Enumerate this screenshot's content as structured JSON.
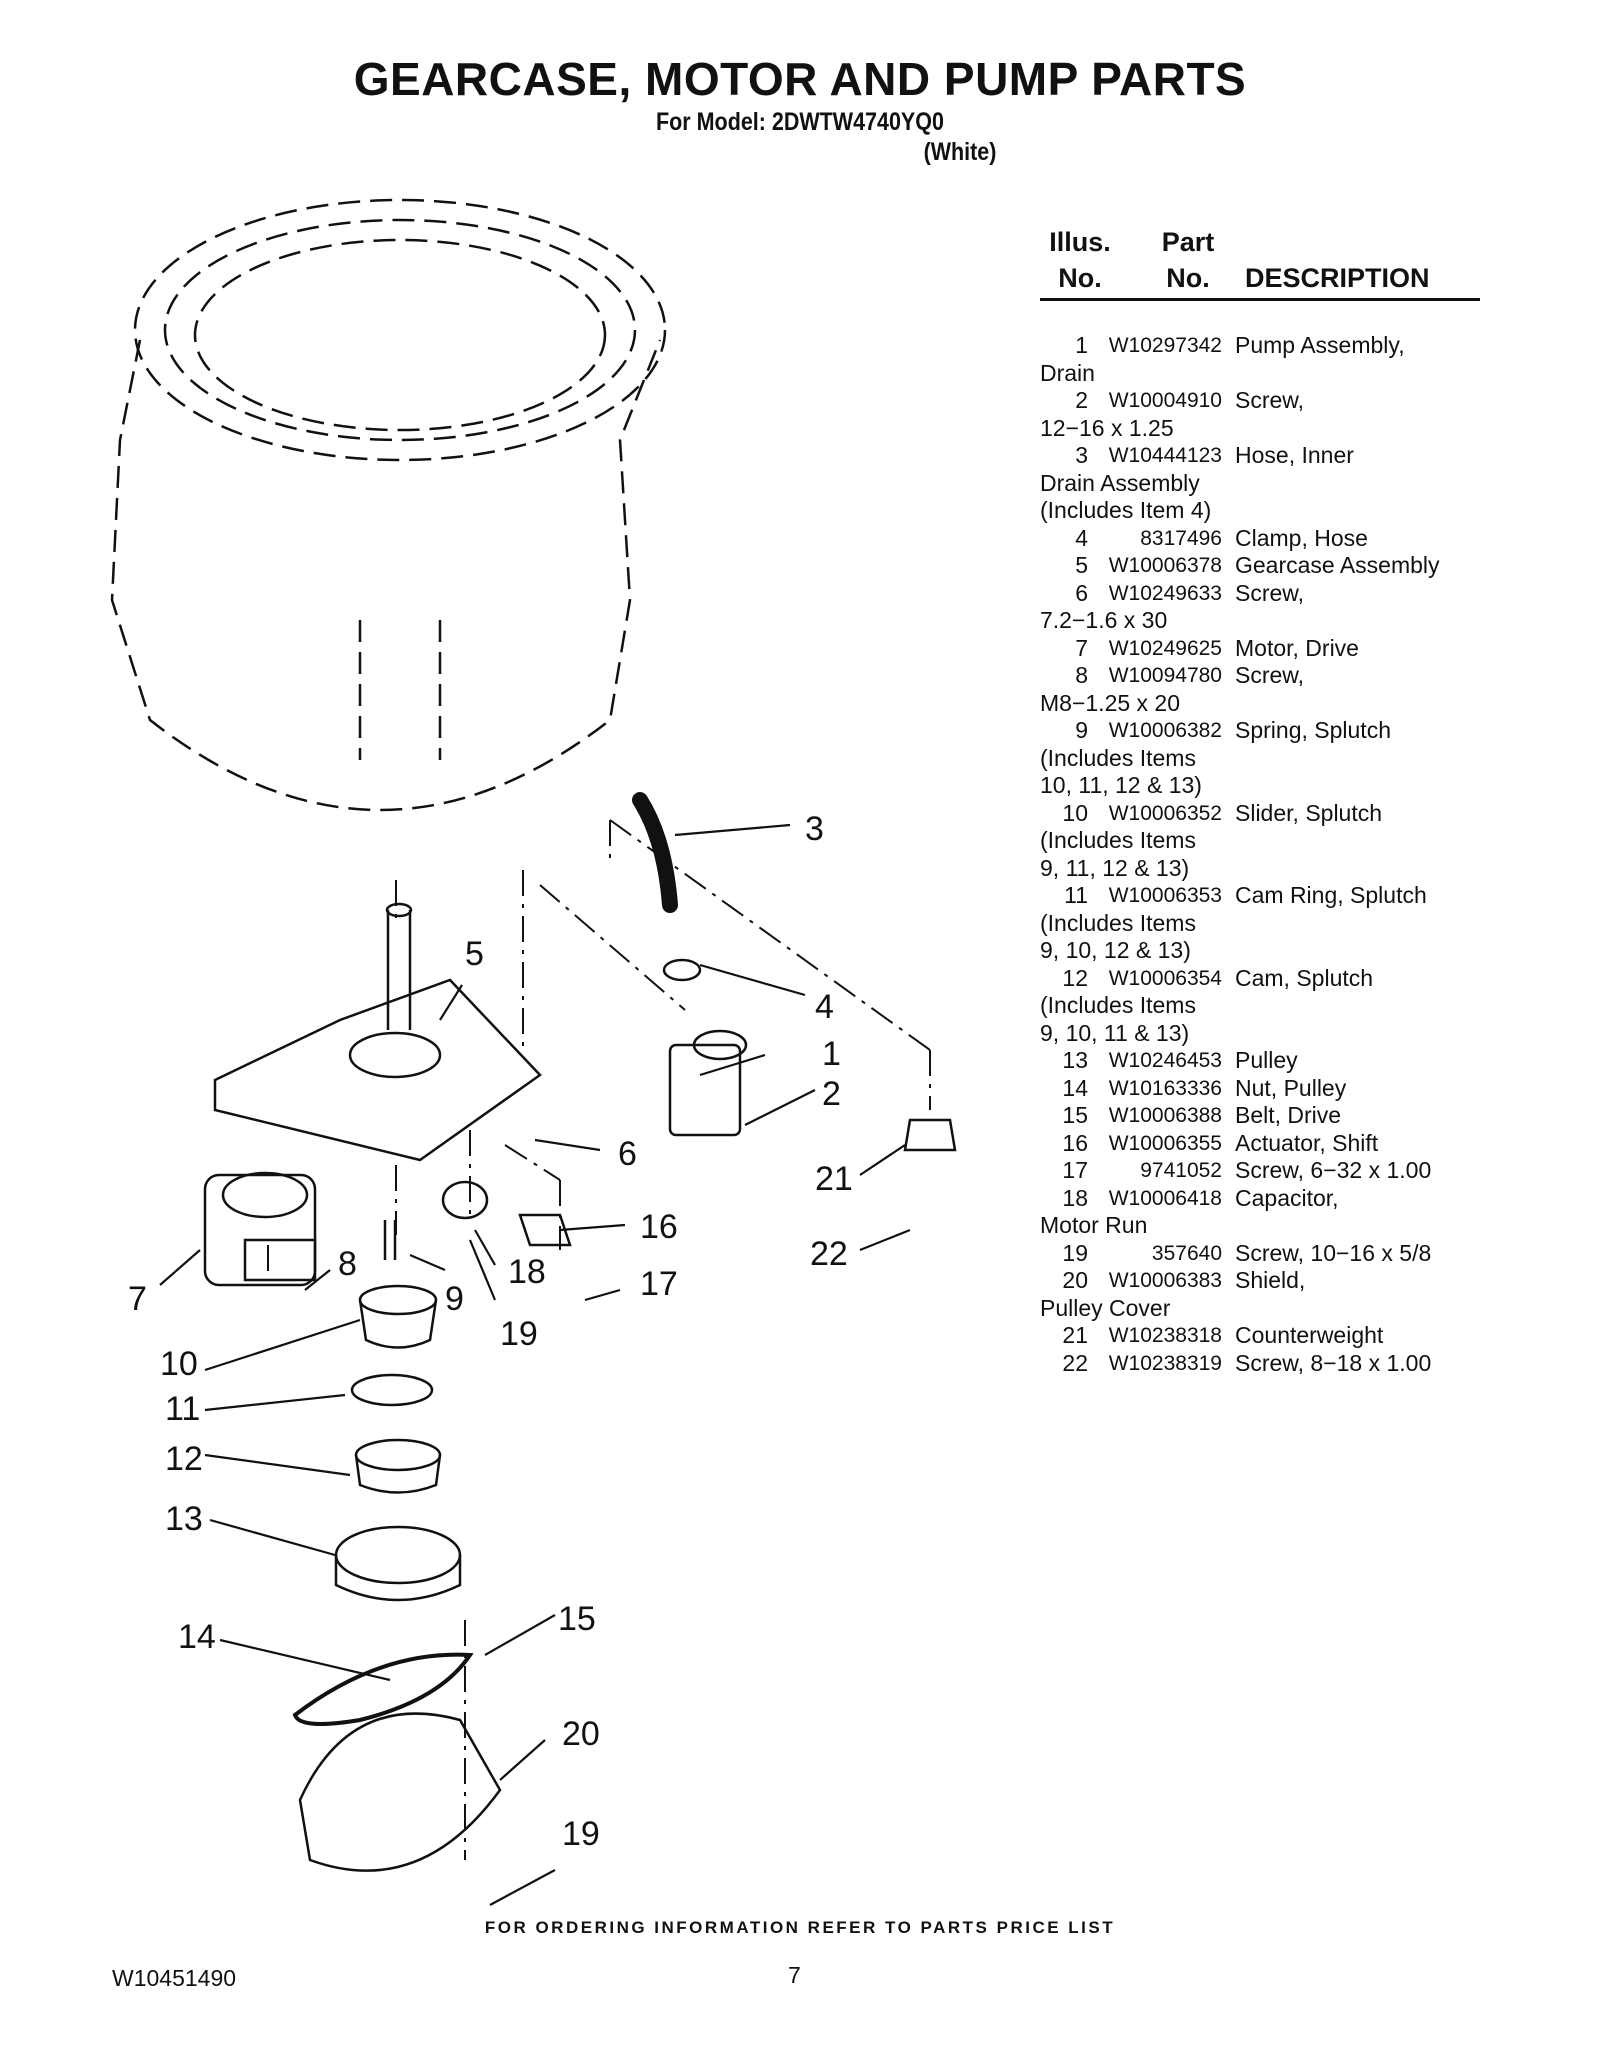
{
  "header": {
    "title": "GEARCASE, MOTOR AND PUMP PARTS",
    "model_line": "For Model: 2DWTW4740YQ0",
    "color_line": "(White)"
  },
  "table": {
    "col_illus": [
      "Illus.",
      "No."
    ],
    "col_part": [
      "Part",
      "No."
    ],
    "col_desc": "DESCRIPTION",
    "rows": [
      {
        "illus": "1",
        "part": "W10297342",
        "desc": "Pump Assembly,\nDrain"
      },
      {
        "illus": "2",
        "part": "W10004910",
        "desc": "Screw,\n12−16 x 1.25"
      },
      {
        "illus": "3",
        "part": "W10444123",
        "desc": "Hose, Inner\nDrain Assembly\n(Includes Item 4)"
      },
      {
        "illus": "4",
        "part": "8317496",
        "desc": "Clamp, Hose"
      },
      {
        "illus": "5",
        "part": "W10006378",
        "desc": "Gearcase Assembly"
      },
      {
        "illus": "6",
        "part": "W10249633",
        "desc": "Screw,\n7.2−1.6 x 30"
      },
      {
        "illus": "7",
        "part": "W10249625",
        "desc": "Motor, Drive"
      },
      {
        "illus": "8",
        "part": "W10094780",
        "desc": "Screw,\nM8−1.25 x 20"
      },
      {
        "illus": "9",
        "part": "W10006382",
        "desc": "Spring, Splutch\n(Includes Items\n10, 11, 12 & 13)"
      },
      {
        "illus": "10",
        "part": "W10006352",
        "desc": "Slider, Splutch\n(Includes Items\n9, 11, 12 & 13)"
      },
      {
        "illus": "11",
        "part": "W10006353",
        "desc": "Cam Ring, Splutch\n(Includes Items\n9, 10, 12 & 13)"
      },
      {
        "illus": "12",
        "part": "W10006354",
        "desc": "Cam, Splutch\n(Includes Items\n9, 10, 11 & 13)"
      },
      {
        "illus": "13",
        "part": "W10246453",
        "desc": "Pulley"
      },
      {
        "illus": "14",
        "part": "W10163336",
        "desc": "Nut, Pulley"
      },
      {
        "illus": "15",
        "part": "W10006388",
        "desc": "Belt, Drive"
      },
      {
        "illus": "16",
        "part": "W10006355",
        "desc": "Actuator, Shift"
      },
      {
        "illus": "17",
        "part": "9741052",
        "desc": "Screw, 6−32 x 1.00"
      },
      {
        "illus": "18",
        "part": "W10006418",
        "desc": "Capacitor,\nMotor Run"
      },
      {
        "illus": "19",
        "part": "357640",
        "desc": "Screw, 10−16 x 5/8"
      },
      {
        "illus": "20",
        "part": "W10006383",
        "desc": "Shield,\nPulley Cover"
      },
      {
        "illus": "21",
        "part": "W10238318",
        "desc": "Counterweight"
      },
      {
        "illus": "22",
        "part": "W10238319",
        "desc": "Screw, 8−18 x 1.00"
      }
    ]
  },
  "callouts": [
    "1",
    "2",
    "3",
    "4",
    "5",
    "6",
    "7",
    "8",
    "9",
    "10",
    "11",
    "12",
    "13",
    "14",
    "15",
    "16",
    "17",
    "18",
    "19",
    "19",
    "20",
    "21",
    "22"
  ],
  "footer": {
    "ordering_note": "FOR ORDERING INFORMATION REFER TO PARTS PRICE LIST",
    "doc_number": "W10451490",
    "page_number": "7"
  }
}
